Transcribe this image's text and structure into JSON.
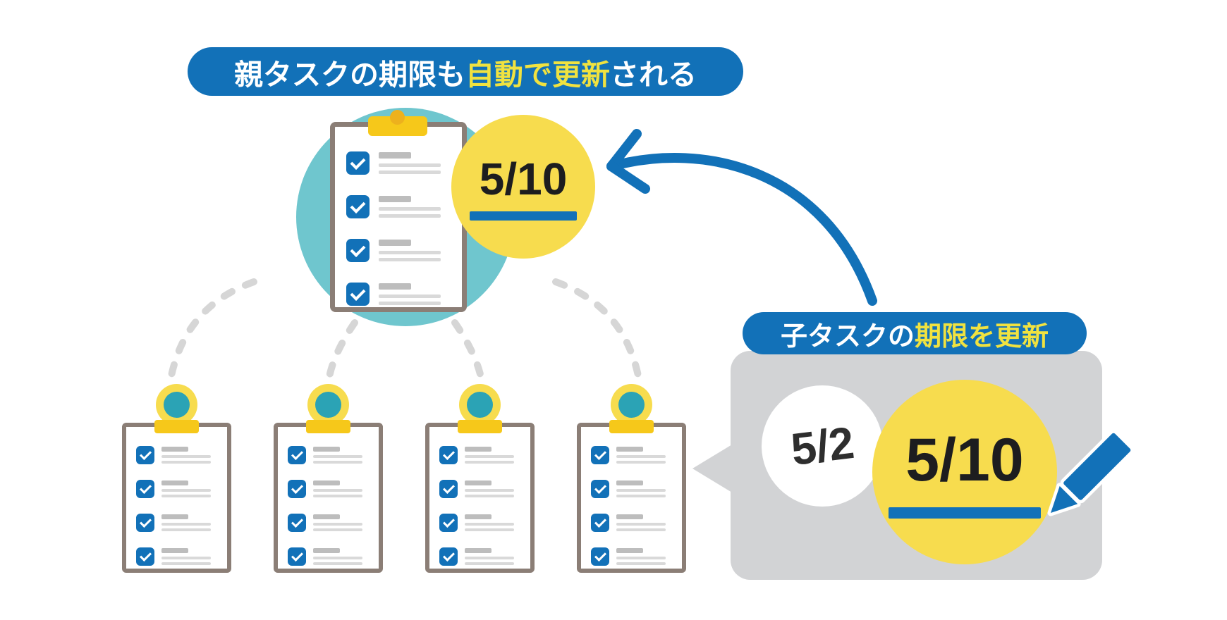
{
  "diagram": {
    "parent_banner": {
      "pre": "親タスクの期限も",
      "highlight": "自動で更新",
      "post": "される"
    },
    "child_banner": {
      "pre": "子タスクの",
      "highlight": "期限を更新",
      "post": ""
    },
    "parent_task": {
      "due_date": "5/10",
      "checklist_items": 4
    },
    "child_tasks": {
      "count": 4,
      "checklist_items_each": 4
    },
    "date_update": {
      "old_date": "5/2",
      "new_date": "5/10"
    }
  },
  "icons": {
    "clipboard": "clipboard-icon",
    "checkbox": "checkbox-checked-icon",
    "curved_arrow": "curved-arrow-icon",
    "pencil": "pencil-icon",
    "pin": "person-pin-icon"
  },
  "colors": {
    "primary_blue": "#1271b8",
    "highlight_yellow_text": "#f0e240",
    "circle_yellow": "#f7dc4e",
    "clip_gold": "#f6c81a",
    "knob_gold": "#edb11d",
    "teal": "#6fc6ce",
    "teal_dark": "#2ba3b5",
    "bubble_gray": "#d2d3d5",
    "dash_gray": "#d6d6d6",
    "board_border": "#8b7e76",
    "date_text": "#1d1d1f"
  }
}
